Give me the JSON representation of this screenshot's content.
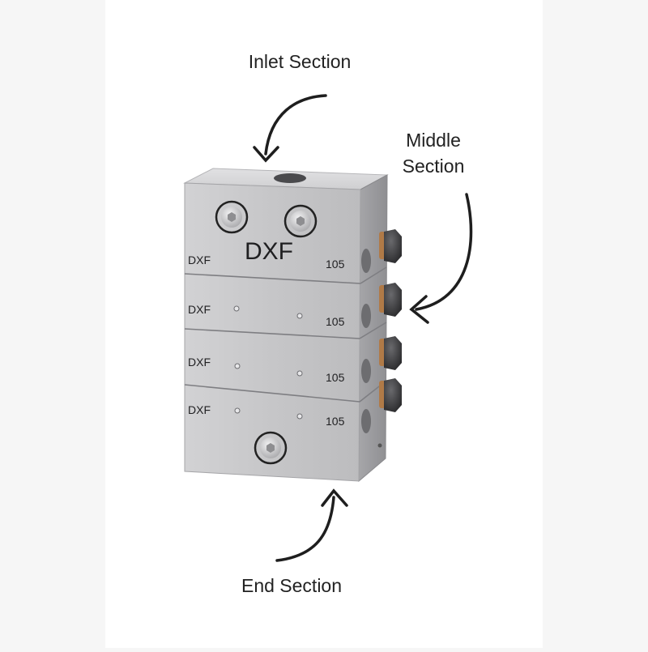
{
  "labels": {
    "inlet": "Inlet Section",
    "middle_line1": "Middle",
    "middle_line2": "Section",
    "end": "End Section"
  },
  "block": {
    "brand_large": "DXF",
    "sections": [
      {
        "brand": "DXF",
        "code": "105"
      },
      {
        "brand": "DXF",
        "code": "105"
      },
      {
        "brand": "DXF",
        "code": "105"
      },
      {
        "brand": "DXF",
        "code": "105"
      }
    ]
  },
  "icons": {
    "arrow": "curved-arrow-icon",
    "screw": "hex-socket-screw-icon",
    "bolt": "hex-bolt-icon"
  },
  "colors": {
    "metal_face": "#c9c9cb",
    "metal_side": "#9d9da0",
    "metal_top": "#d7d7d9",
    "copper": "#b07a47",
    "bolt": "#3a3a3c",
    "arrow": "#1e1e1e"
  }
}
